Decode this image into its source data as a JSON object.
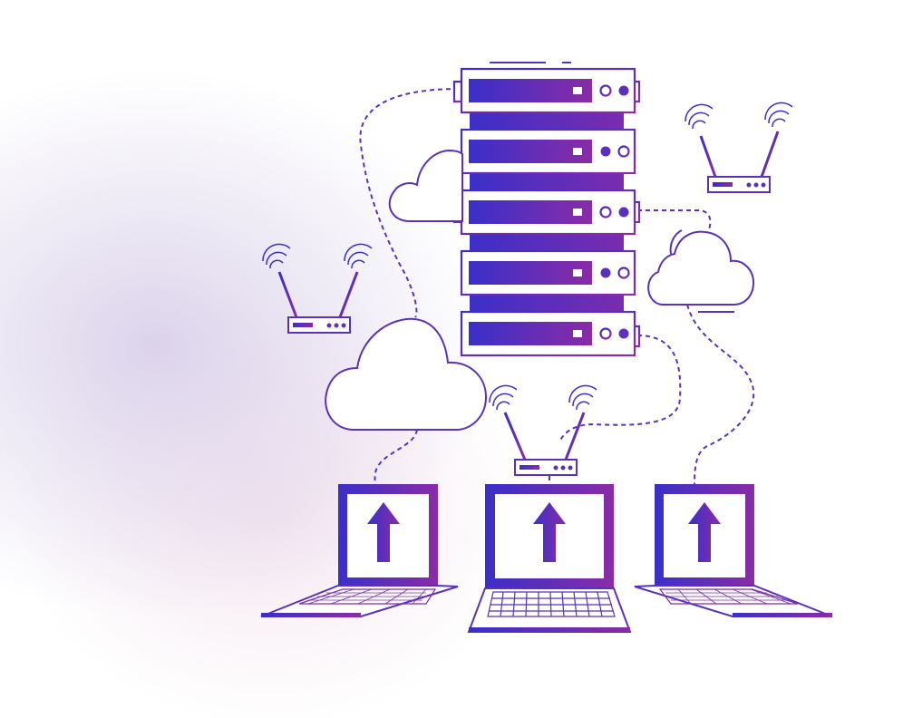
{
  "scene": {
    "subject": "network-illustration",
    "colors": {
      "primary_blue": "#3a2fc9",
      "primary_purple": "#8a2ca6",
      "stroke_violet": "#5a32b8",
      "glow_lavender": "#d6cce8",
      "glow_pink": "#ecd2e4",
      "fill_white": "#ffffff"
    },
    "icons": {
      "server": "server-rack-icon",
      "cloud": "cloud-icon",
      "router": "wifi-router-icon",
      "laptop": "laptop-icon",
      "arrow": "upload-arrow-icon"
    },
    "counts": {
      "server_units": 5,
      "clouds": 3,
      "routers": 3,
      "laptops": 3
    }
  }
}
